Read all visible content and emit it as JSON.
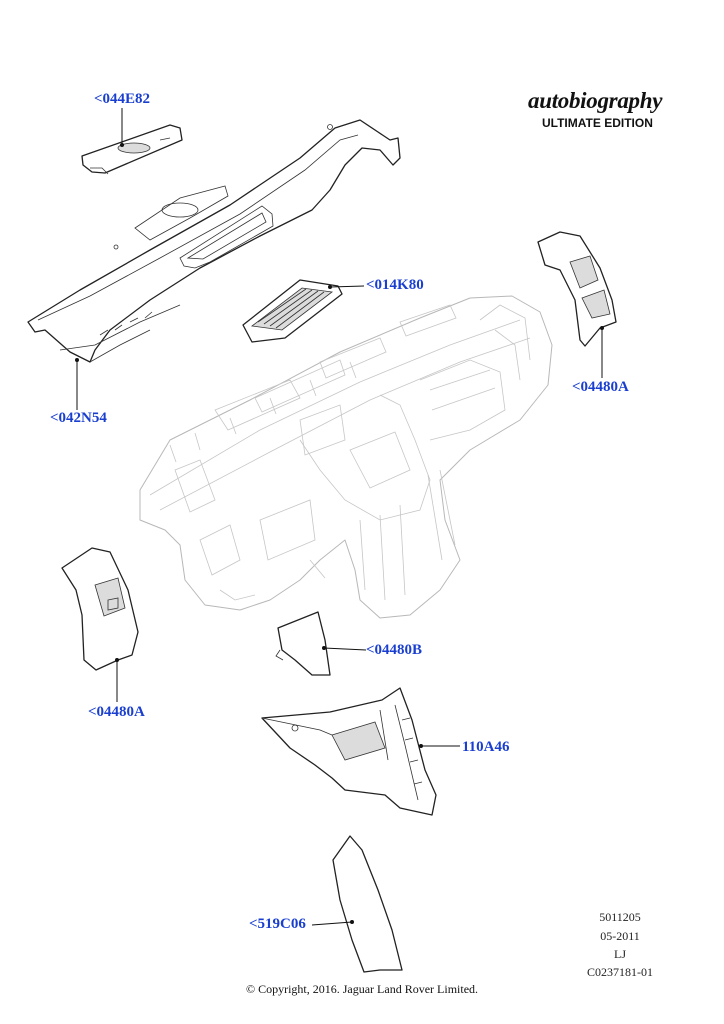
{
  "brand": {
    "script": "autobiography",
    "edition": "ULTIMATE EDITION"
  },
  "callouts": {
    "c044E82": "<044E82",
    "c014K80": "<014K80",
    "c04480A_right": "<04480A",
    "c042N54": "<042N54",
    "c04480A_left": "<04480A",
    "c04480B": "<04480B",
    "c110A46": "110A46",
    "c519C06": "<519C06"
  },
  "meta": {
    "line1": "5011205",
    "line2": "05-2011",
    "line3": "LJ",
    "line4": "C0237181-01"
  },
  "copyright": "© Copyright, 2016. Jaguar Land Rover Limited."
}
